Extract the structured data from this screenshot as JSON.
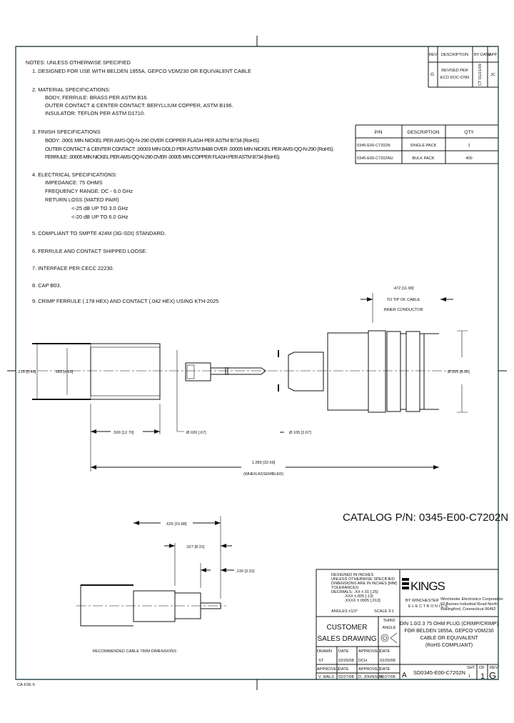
{
  "notes": {
    "heading": "NOTES: UNLESS OTHERWISE SPECIFIED",
    "items": [
      "1. DESIGNED FOR USE WITH BELDEN 1855A, GEPCO VDM230 OR EQUIVALENT CABLE",
      "2. MATERIAL SPECIFICATIONS:",
      "BODY, FERRULE: BRASS PER ASTM B16.",
      "OUTER CONTACT & CENTER CONTACT: BERYLLIUM COPPER, ASTM B196.",
      "INSULATOR: TEFLON PER ASTM D1710.",
      "3. FINISH SPECIFICATIONS",
      "BODY: .0001 MIN NICKEL PER AMS-QQ-N-290 OVER COPPER FLASH PER ASTM B734 (RoHS)",
      "OUTER CONTACT & CENTER CONTACT: .00003 MIN GOLD PER ASTM B488 OVER .00005 MIN NICKEL PER AMS-QQ-N-290 (RoHS).",
      "FERRULE: .00005 MIN NICKEL PER AMS-QQ-N-290 OVER .00005 MIN COPPER FLASH PER ASTM B734 (RoHS).",
      "4. ELECTRICAL SPECIFICATIONS:",
      "IMPEDANCE: 75 OHMS",
      "FREQUENCY RANGE: DC - 6.0 GHz",
      "RETURN LOSS (MATED PAIR)",
      "<-25 dB UP TO 3.0 GHz",
      "<-20 dB UP TO 6.0 GHz",
      "5. COMPLIANT TO SMPTE 424M (3G-SDI) STANDARD.",
      "6. FERRULE AND CONTACT SHIPPED LOOSE.",
      "7. INTERFACE PER CECC 22230.",
      "8. CAP B03.",
      "9. CRIMP FERRULE (.178 HEX) AND CONTACT (.042 HEX) USING KTH-2025"
    ]
  },
  "revision_table": {
    "headers": [
      "REV",
      "DESCRIPTION",
      "BY DATE",
      "APP"
    ],
    "rows": [
      {
        "rev": "G",
        "description": [
          "REVISED PER",
          "ECO DOC-0789"
        ],
        "by_date": "CT 01/21/09",
        "app": "JC"
      }
    ]
  },
  "parts_table": {
    "headers": [
      "P/N",
      "DESCRIPTION",
      "QTY"
    ],
    "rows": [
      {
        "pn": "0345-E00-C7202N",
        "description": "SINGLE PACK",
        "qty": "1"
      },
      {
        "pn": "0345-E00-C7202NU",
        "description": "BULK PACK",
        "qty": "400"
      }
    ]
  },
  "dimensions": {
    "ferrule_od": ".215 [5.46]",
    "ferrule_id": ".183 [4.65]",
    "ferrule_length": ".500 [12.70]",
    "contact_dia": "Ø.026 [.67]",
    "nut_dia": "Ø.105 [2.67]",
    "body_dia": "Ø.315 [8.00]",
    "tip_dim": ".472 [11.99]",
    "tip_note_1": "TO TIP OF CABLE",
    "tip_note_2": "INNER CONDUCTOR",
    "overall": "1.289 [32.69]",
    "overall_note": "(WHEN ASSEMBLED)"
  },
  "trim": {
    "dim1": ".625 [15.88]",
    "dim2": ".327 [8.31]",
    "dim3": ".130 [3.31]",
    "caption": "RECOMMENDED CABLE TRIM DIMENSIONS"
  },
  "catalog": "CATALOG P/N: 0345-E00-C7202N",
  "title_block": {
    "tolerances": [
      "DESIGNED IN INCHES",
      "UNLESS OTHERWISE SPECIFIED",
      "DIMENSIONS ARE IN INCHES [MM]",
      "TOLERANCES:",
      "DECIMALS: .XX ±.01 [.25]",
      ".XXX ±.005 [.13]",
      ".XXXX ±.0005 [.013]"
    ],
    "angles": "ANGLES ±1/2°",
    "scale": "SCALE 3:1",
    "brand": "KINGS",
    "brand_sub": "BY WINCHESTER",
    "brand_sub2": "ELECTRONICS",
    "company": [
      "Winchester Electronics Corporation",
      "62 Barnes Industrial Road North",
      "Wallingford, Connecticut 06492"
    ],
    "drawing_type_1": "CUSTOMER",
    "drawing_type_2": "SALES DRAWING",
    "third_angle_1": "THIRD",
    "third_angle_2": "ANGLE",
    "description": [
      "DIN 1.0/2.3 75 OHM PLUG (CRIMP/CRIMP)",
      "FOR BELDEN 1855A, GEPCO VDM230",
      "CABLE OR EQUIVALENT",
      "(RoHS COMPLIANT)"
    ],
    "sign_rows": [
      [
        "DRAWN",
        "DATE",
        "APPROVED",
        "DATE"
      ],
      [
        "ST",
        "02/26/08",
        "DCH",
        "02/26/08"
      ],
      [
        "APPROVED",
        "DATE",
        "APPROVED",
        "DATE"
      ],
      [
        "V. WALS",
        "02/27/08",
        "D. JOHNSON",
        "02/27/08"
      ]
    ],
    "size": "A",
    "dwg_no": "SD0345-E00-C7202N",
    "sheet_label": "SHT",
    "sheet": "1",
    "of_label": "OF",
    "of": "1",
    "rev_label": "REV",
    "rev": "G"
  },
  "corner_label": "CA-F2E-5",
  "colors": {
    "ink": "#111111",
    "paper": "#ffffff",
    "border": "#2f4f4f"
  }
}
